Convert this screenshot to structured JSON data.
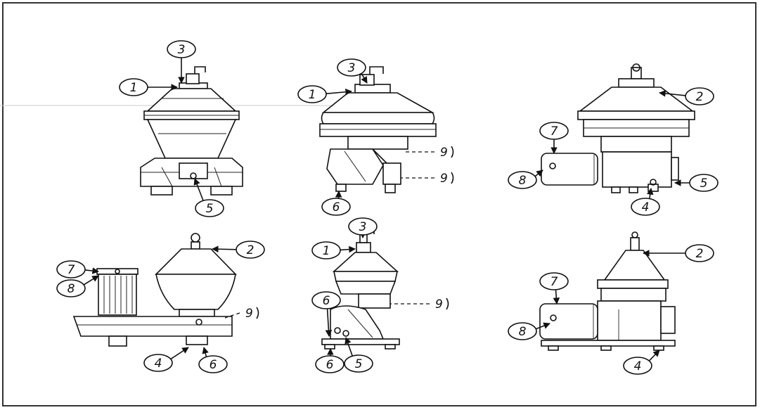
{
  "callouts": [
    "1",
    "2",
    "3",
    "4",
    "5",
    "6",
    "7",
    "8",
    "9"
  ],
  "units": [
    {
      "name": "unit-a",
      "labels": [
        "1",
        "3",
        "5"
      ]
    },
    {
      "name": "unit-b",
      "labels": [
        "1",
        "3",
        "6",
        "9",
        "9"
      ]
    },
    {
      "name": "unit-c",
      "labels": [
        "2",
        "7",
        "8",
        "5",
        "4"
      ]
    },
    {
      "name": "unit-d",
      "labels": [
        "2",
        "7",
        "8",
        "9",
        "4",
        "6"
      ]
    },
    {
      "name": "unit-e",
      "labels": [
        "1",
        "3",
        "6",
        "9",
        "6",
        "5"
      ]
    },
    {
      "name": "unit-f",
      "labels": [
        "2",
        "7",
        "8",
        "4"
      ]
    }
  ],
  "colors": {
    "line": "#111111",
    "background": "#ffffff",
    "border": "#333333"
  }
}
